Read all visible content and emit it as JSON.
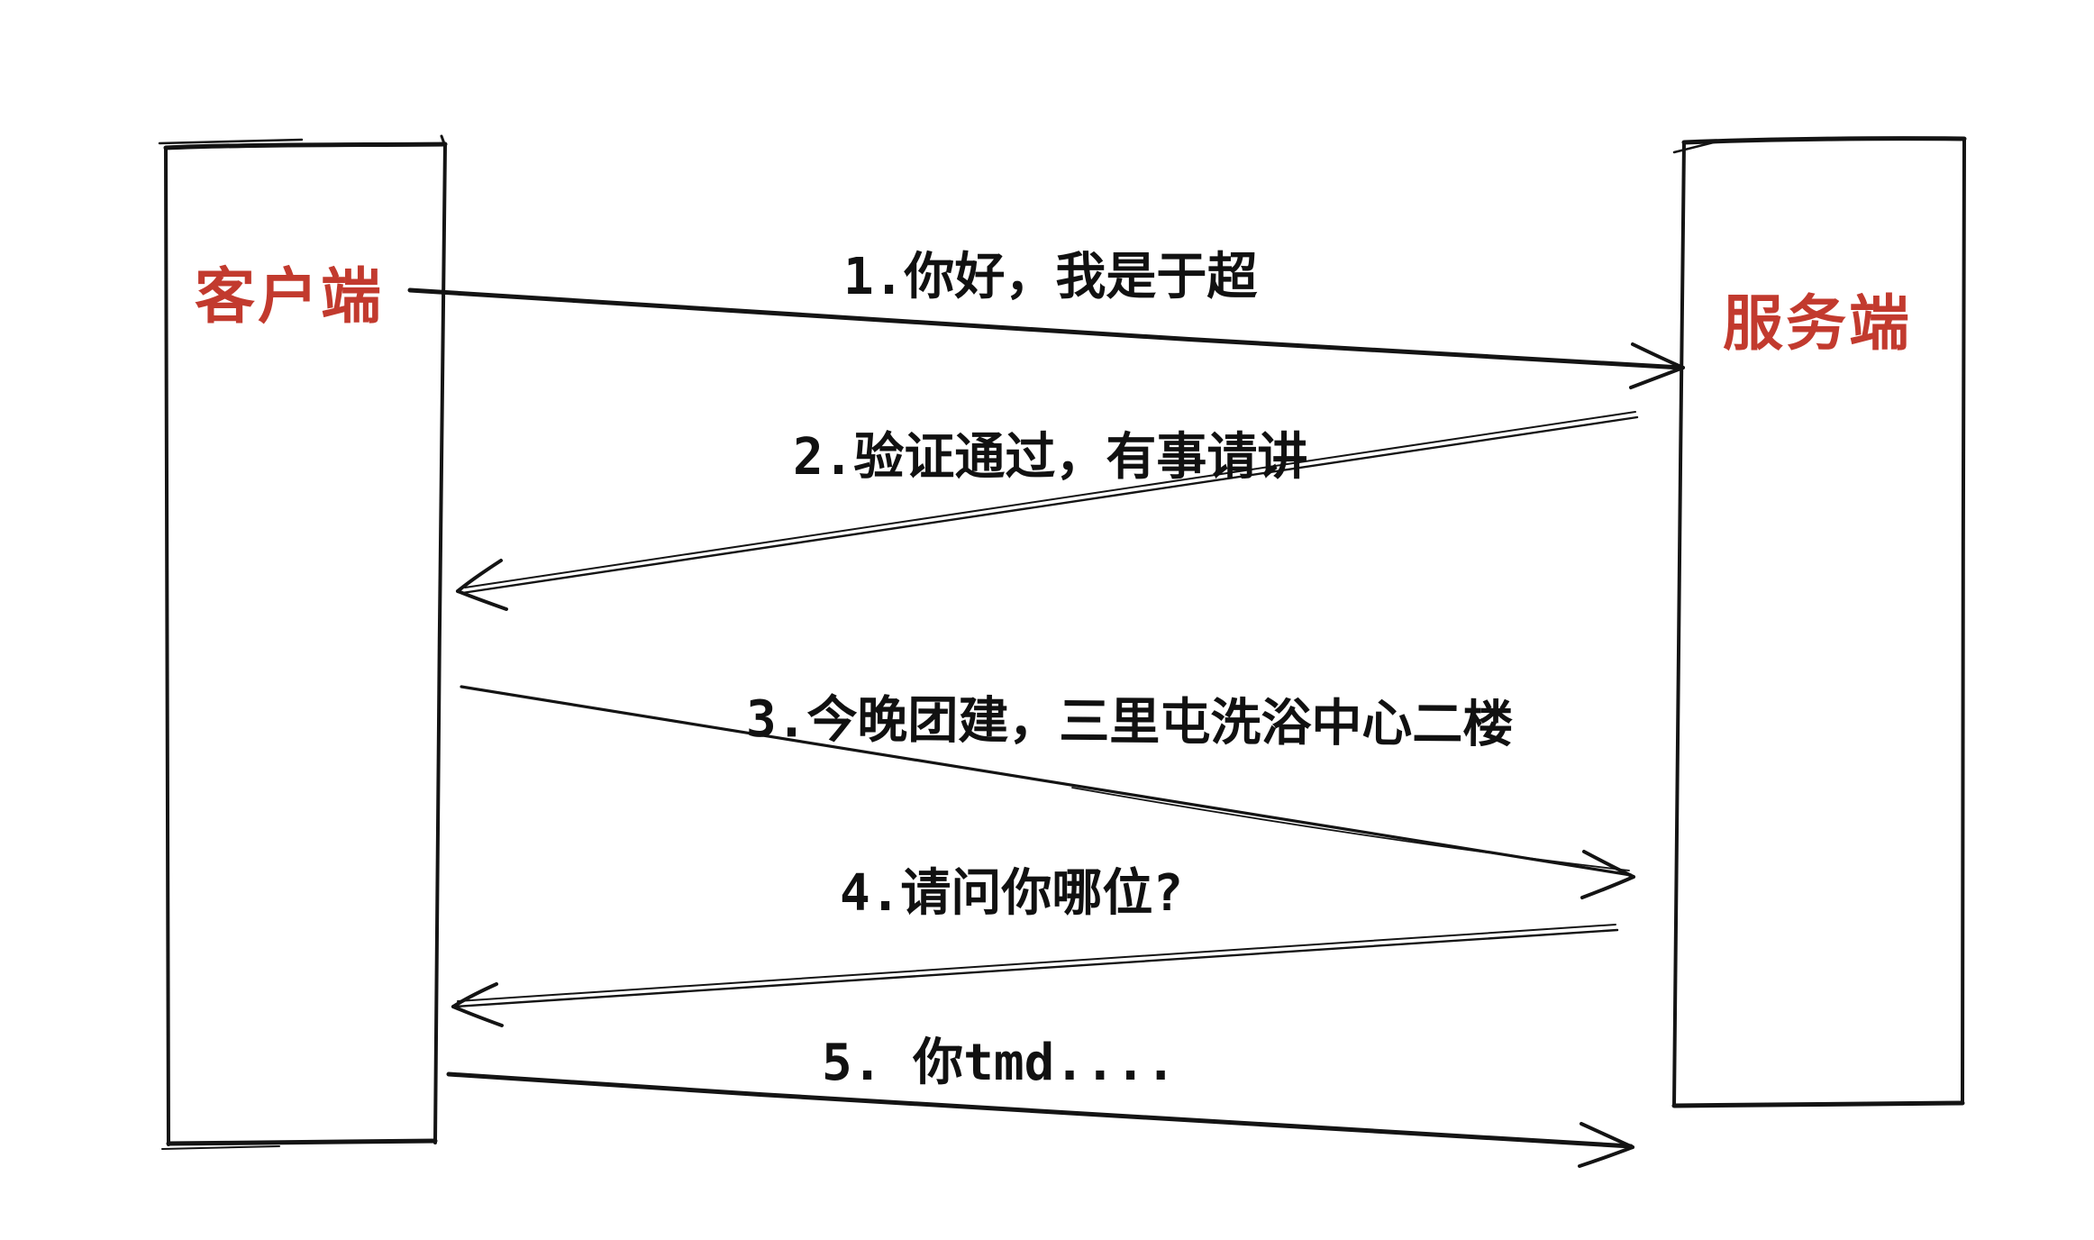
{
  "diagram": {
    "kind": "hand-drawn sequence diagram",
    "colors": {
      "actor_label": "#c23a2e",
      "line": "#141414",
      "message_text": "#111111",
      "background": "#ffffff"
    },
    "actors": [
      {
        "id": "client",
        "label": "客户端"
      },
      {
        "id": "server",
        "label": "服务端"
      }
    ],
    "messages": [
      {
        "seq": "1",
        "label": "1.你好，我是于超",
        "from": "client",
        "to": "server"
      },
      {
        "seq": "2",
        "label": "2.验证通过，有事请讲",
        "from": "server",
        "to": "client"
      },
      {
        "seq": "3",
        "label": "3.今晚团建，三里屯洗浴中心二楼",
        "from": "client",
        "to": "server"
      },
      {
        "seq": "4",
        "label": "4.请问你哪位?",
        "from": "server",
        "to": "client"
      },
      {
        "seq": "5",
        "label": "5. 你tmd....",
        "from": "client",
        "to": "server"
      }
    ]
  }
}
